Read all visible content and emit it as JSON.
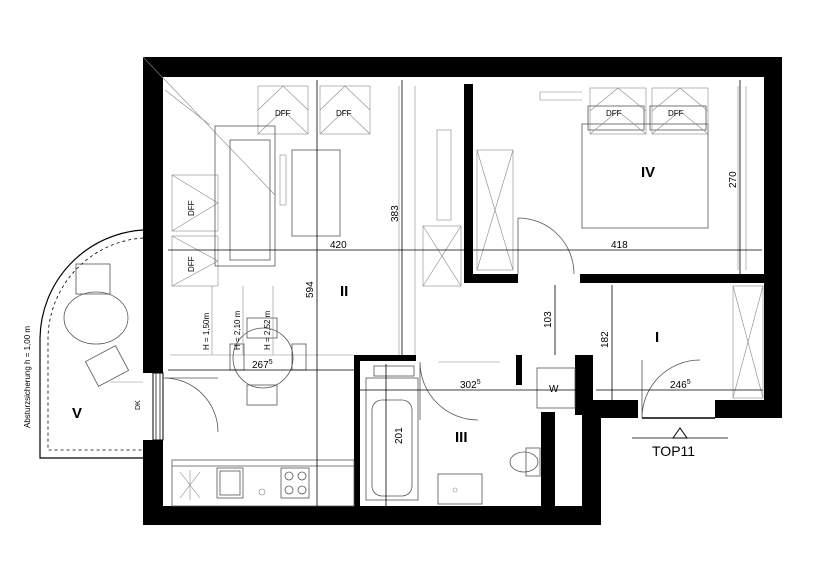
{
  "rooms": {
    "room_1": "I",
    "room_2": "II",
    "room_3": "III",
    "room_4": "IV",
    "room_5": "V"
  },
  "dimensions": {
    "d420": "420",
    "d418": "418",
    "d383": "383",
    "d594": "594",
    "d270": "270",
    "d103": "103",
    "d182": "182",
    "d267": "267",
    "d267_sup": "5",
    "d302": "302",
    "d302_sup": "5",
    "d246": "246",
    "d246_sup": "5",
    "d201": "201"
  },
  "heights": {
    "h1": "H = 1,50m",
    "h2": "H = 2,10 m",
    "h3": "H = 2,52 m"
  },
  "skylight_label": "DFF",
  "fixture_w": "W",
  "door_dk": "DK",
  "balcony_note": "Absturzsicherung h = 1,00 m",
  "unit": "TOP11"
}
